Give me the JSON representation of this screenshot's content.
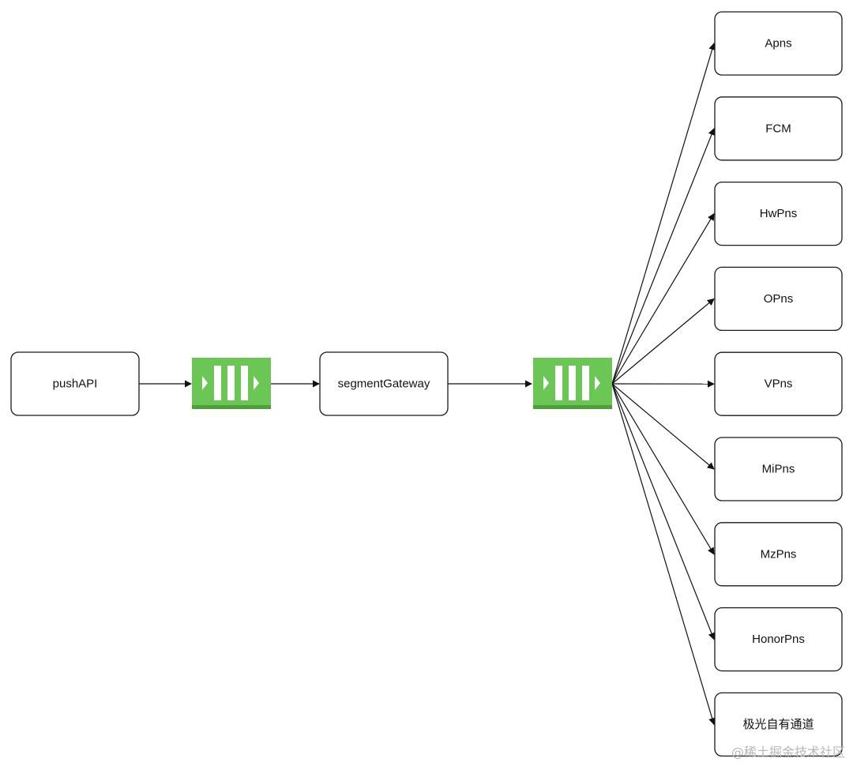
{
  "nodes": {
    "pushapi": "pushAPI",
    "segment_gateway": "segmentGateway"
  },
  "channels": [
    {
      "id": "apns",
      "label": "Apns"
    },
    {
      "id": "fcm",
      "label": "FCM"
    },
    {
      "id": "hwpns",
      "label": "HwPns"
    },
    {
      "id": "opns",
      "label": "OPns"
    },
    {
      "id": "vpns",
      "label": "VPns"
    },
    {
      "id": "mipns",
      "label": "MiPns"
    },
    {
      "id": "mzpns",
      "label": "MzPns"
    },
    {
      "id": "honorpns",
      "label": "HonorPns"
    },
    {
      "id": "jiguang",
      "label": "极光自有通道"
    }
  ],
  "colors": {
    "queue_green": "#6cc655",
    "queue_green_dark": "#4f9e3e",
    "queue_bar": "#ffffff",
    "stroke": "#1a1a1a"
  },
  "icons": {
    "queue": "message-queue-icon"
  },
  "watermark": "@稀土掘金技术社区"
}
